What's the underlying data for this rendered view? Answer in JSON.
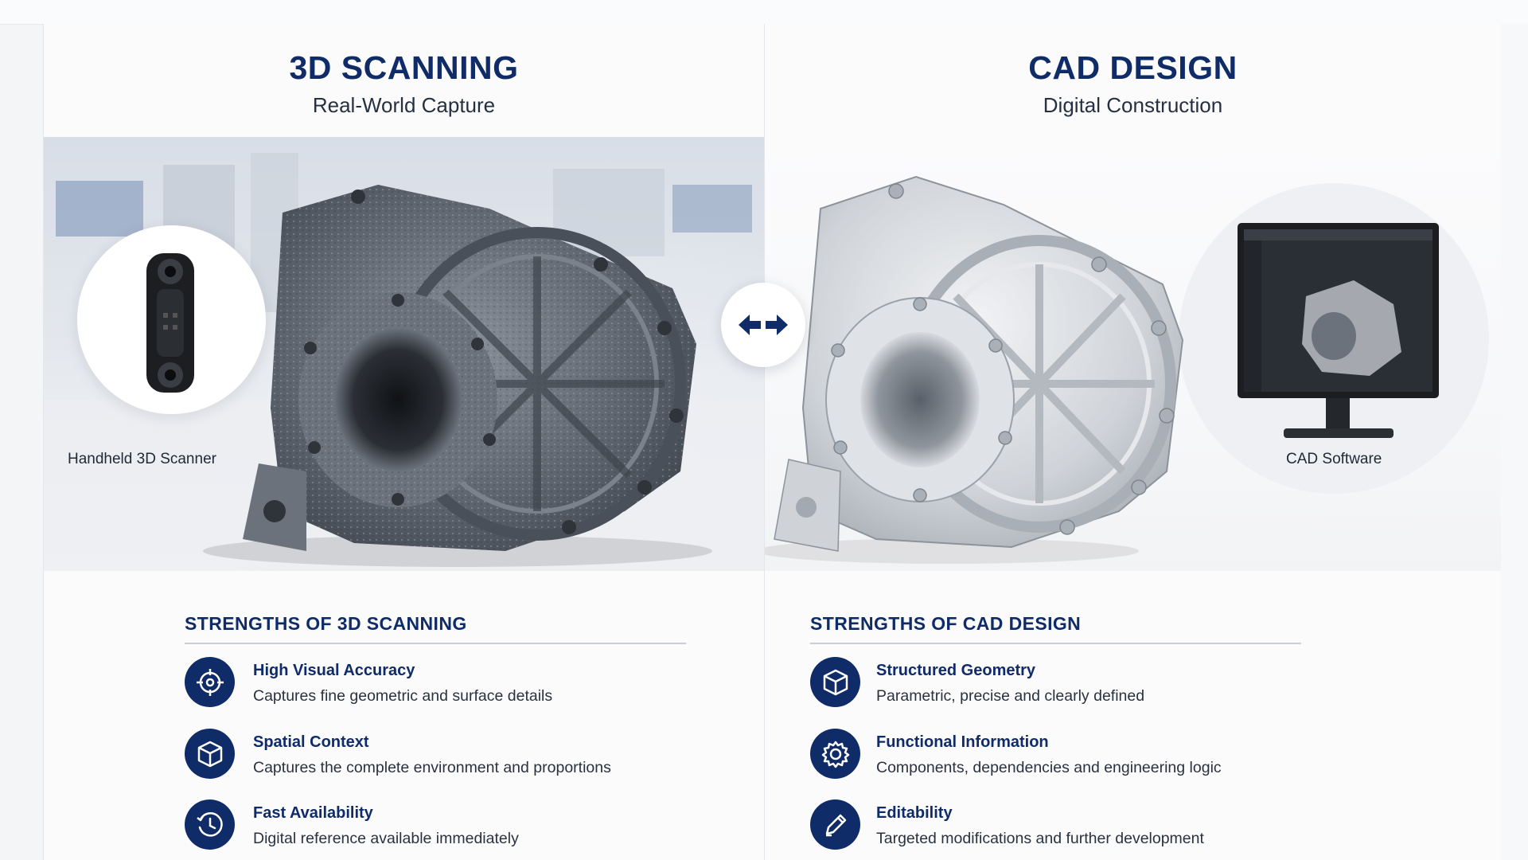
{
  "colors": {
    "accent": "#0f2b68",
    "text": "#253041",
    "divider": "#c9ced6",
    "background": "#f4f5f7"
  },
  "left": {
    "title": "3D SCANNING",
    "subtitle": "Real-World Capture",
    "inset_caption": "Handheld 3D Scanner",
    "strengths_title": "STRENGTHS OF 3D SCANNING",
    "items": [
      {
        "icon": "crosshair-icon",
        "title": "High Visual Accuracy",
        "desc": "Captures fine geometric and surface details"
      },
      {
        "icon": "cube-icon",
        "title": "Spatial Context",
        "desc": "Captures the complete environment and proportions"
      },
      {
        "icon": "history-clock-icon",
        "title": "Fast Availability",
        "desc": "Digital reference available immediately"
      }
    ]
  },
  "right": {
    "title": "CAD DESIGN",
    "subtitle": "Digital Construction",
    "inset_caption": "CAD Software",
    "strengths_title": "STRENGTHS OF CAD DESIGN",
    "items": [
      {
        "icon": "cube-icon",
        "title": "Structured Geometry",
        "desc": "Parametric, precise and clearly defined"
      },
      {
        "icon": "gear-icon",
        "title": "Functional Information",
        "desc": "Components, dependencies and engineering logic"
      },
      {
        "icon": "pencil-icon",
        "title": "Editability",
        "desc": "Targeted modifications and further development"
      }
    ]
  },
  "center": {
    "icon": "swap-arrows-icon"
  }
}
